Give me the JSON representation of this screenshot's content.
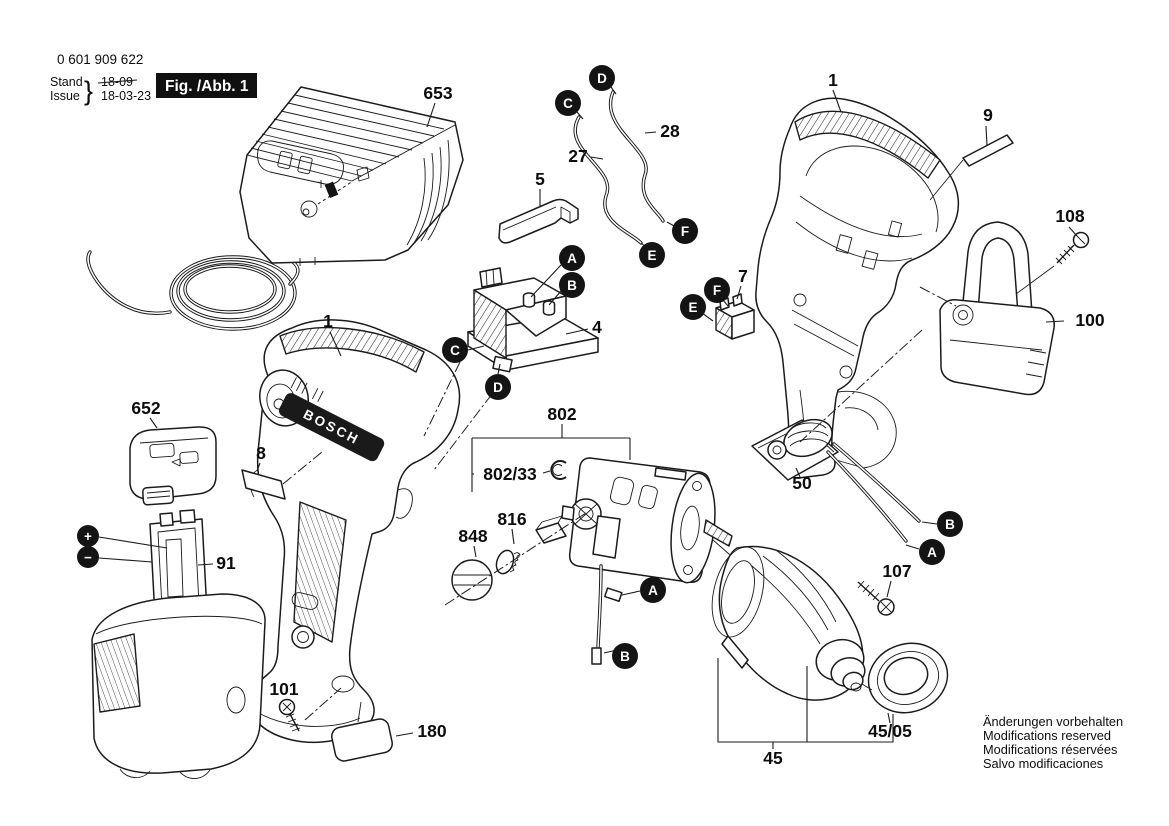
{
  "header": {
    "part_number": "0 601 909 622",
    "stand_label": "Stand",
    "issue_label": "Issue",
    "brace": "}",
    "old_date": "18-09",
    "date": "18-03-23",
    "fig_label": "Fig. /Abb. 1"
  },
  "brand": "BOSCH",
  "labels": {
    "charger": "653",
    "housing_right": "1",
    "drill_left": "1",
    "sticker_right": "9",
    "screw_aux_handle": "108",
    "aux_handle": "100",
    "wire_a": "27",
    "wire_b": "28",
    "pushbutton": "5",
    "switch": "4",
    "plug": "7",
    "protective_cap": "652",
    "sticker_left": "8",
    "battery_pack": "91",
    "motor": "802",
    "retaining_ring": "802/33",
    "carbon_brush": "816",
    "brush_cap": "848",
    "electronics": "50",
    "screw_gearbox": "107",
    "impact_ring": "45/05",
    "gearbox": "45",
    "screw_housing": "101",
    "inlay_pad": "180"
  },
  "letters": {
    "A": "A",
    "B": "B",
    "C": "C",
    "D": "D",
    "E": "E",
    "F": "F",
    "plus": "+",
    "minus": "−"
  },
  "footer": {
    "line1": "Änderungen vorbehalten",
    "line2": "Modifications reserved",
    "line3": "Modifications réservées",
    "line4": "Salvo modificaciones"
  },
  "colors": {
    "ink": "#1b1b1b",
    "paper": "#ffffff"
  }
}
